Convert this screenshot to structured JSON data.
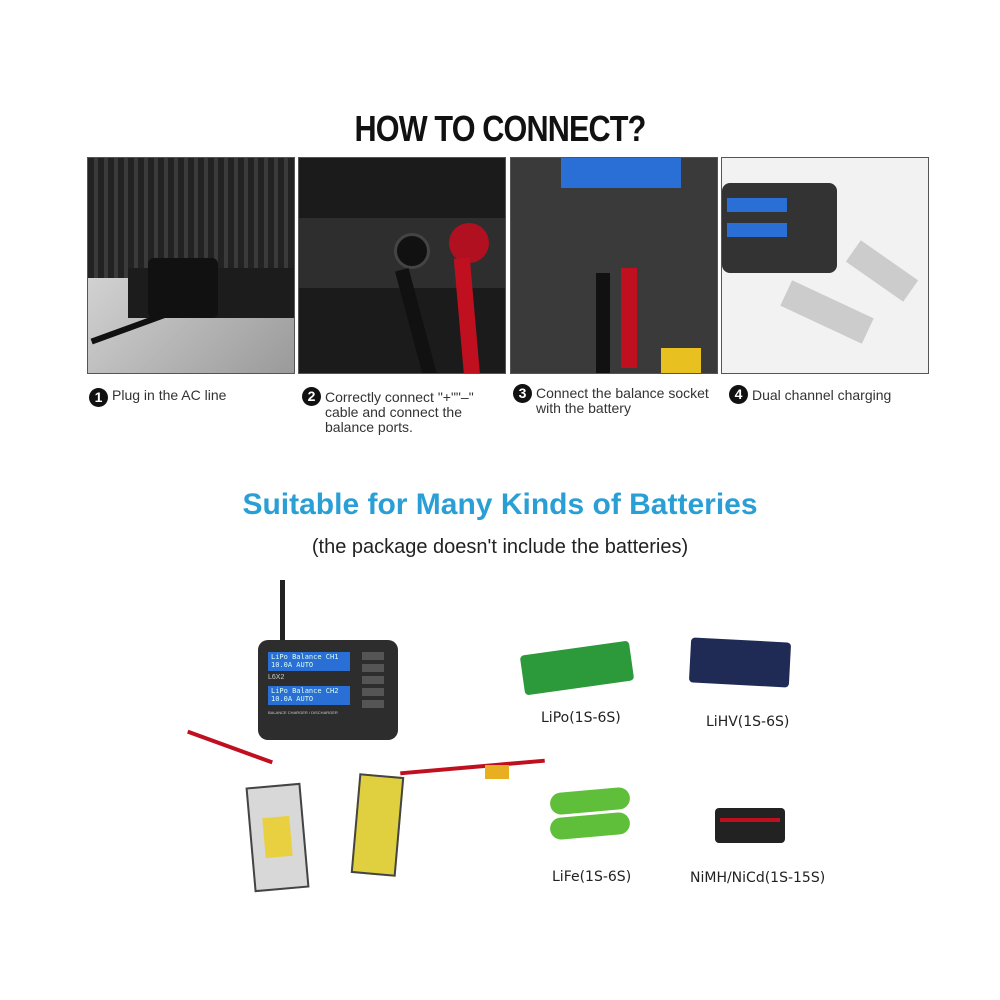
{
  "heading": "HOW TO CONNECT?",
  "steps": [
    {
      "num": "1",
      "text": "Plug in the AC line"
    },
    {
      "num": "2",
      "text": "Correctly connect \"+\"\"–\" cable and connect the balance ports."
    },
    {
      "num": "3",
      "text": "Connect the balance socket with the battery"
    },
    {
      "num": "4",
      "text": "Dual channel charging"
    }
  ],
  "section_title": "Suitable for Many Kinds of Batteries",
  "section_subtitle": "(the package doesn't include the batteries)",
  "charger": {
    "model": "L6X2",
    "lcd1_line1": "LiPo Balance CH1",
    "lcd1_line2": "10.0A      AUTO",
    "lcd2_line1": "LiPo Balance CH2",
    "lcd2_line2": "10.0A      AUTO",
    "footer": "BALANCE CHARGER / DISCHARGER"
  },
  "batteries": [
    {
      "label": "LiPo(1S-6S)",
      "color": "#2c9a3a"
    },
    {
      "label": "LiHV(1S-6S)",
      "color": "#1f2a55"
    },
    {
      "label": "LiFe(1S-6S)",
      "color": "#5fbf3a"
    },
    {
      "label": "NiMH/NiCd(1S-15S)",
      "color": "#222222"
    }
  ]
}
